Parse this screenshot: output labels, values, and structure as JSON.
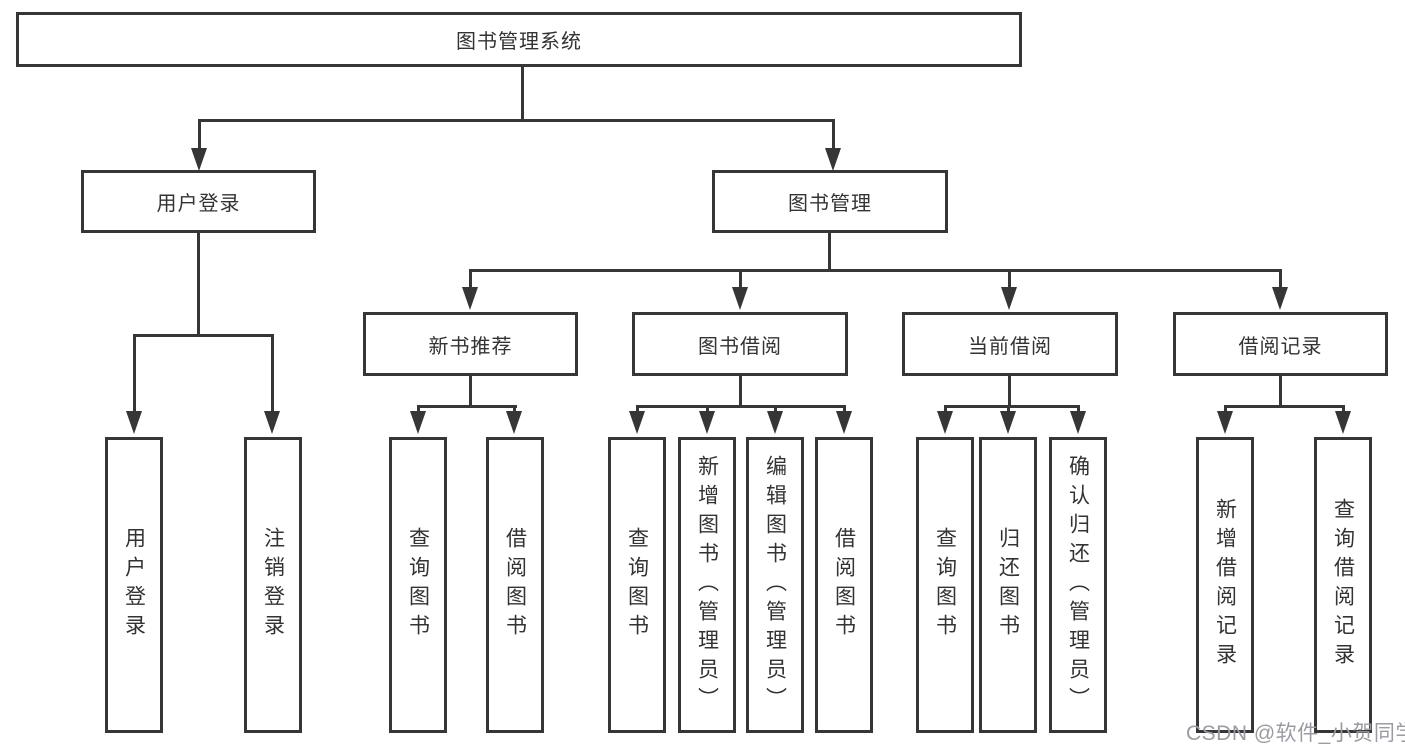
{
  "diagram": {
    "root": {
      "label": "图书管理系统"
    },
    "level2": [
      {
        "label": "用户登录"
      },
      {
        "label": "图书管理"
      }
    ],
    "level3": [
      {
        "label": "新书推荐"
      },
      {
        "label": "图书借阅"
      },
      {
        "label": "当前借阅"
      },
      {
        "label": "借阅记录"
      }
    ],
    "leaves": {
      "user": [
        "用户登录",
        "注销登录"
      ],
      "newbook": [
        "查询图书",
        "借阅图书"
      ],
      "bookborrow": [
        "查询图书",
        "新增图书（管理员）",
        "编辑图书（管理员）",
        "借阅图书"
      ],
      "currentborrow": [
        "查询图书",
        "归还图书",
        "确认归还（管理员）"
      ],
      "borrowrecords": [
        "新增借阅记录",
        "查询借阅记录"
      ]
    },
    "colors": {
      "line": "#363636",
      "text": "#333333",
      "watermark": "#9b9ba3",
      "background": "#ffffff"
    }
  },
  "watermark": {
    "text": "CSDN @软件_小贺同学"
  }
}
